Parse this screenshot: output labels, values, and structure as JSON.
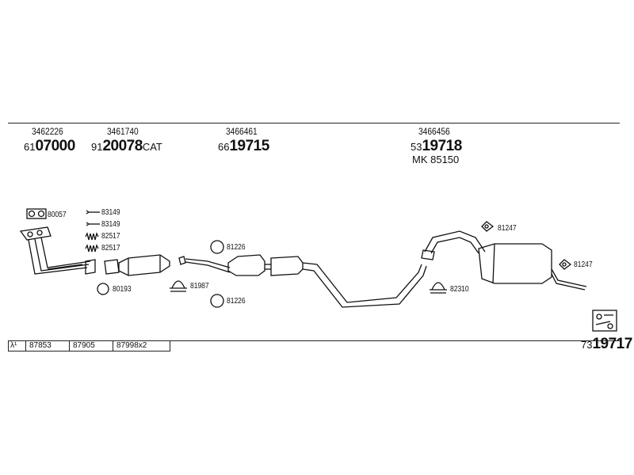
{
  "header_refs": [
    {
      "ref": "3462226",
      "prefix": "61",
      "number": "07000",
      "suffix": ""
    },
    {
      "ref": "3461740",
      "prefix": "91",
      "number": "20078",
      "suffix": "CAT"
    },
    {
      "ref": "3466461",
      "prefix": "66",
      "number": "19715",
      "suffix": ""
    },
    {
      "ref": "3466456",
      "prefix": "53",
      "number": "19718",
      "suffix": "",
      "extra": "MK 85150"
    }
  ],
  "part_labels": {
    "p80057": "80057",
    "p83149a": "83149",
    "p83149b": "83149",
    "p82517a": "82517",
    "p82517b": "82517",
    "p80193": "80193",
    "p81226a": "81226",
    "p81987": "81987",
    "p81226b": "81226",
    "p82310": "82310",
    "p81247a": "81247",
    "p81247b": "81247"
  },
  "bottom_table": {
    "lambda": "λ¹",
    "cells": [
      "87853",
      "87905",
      "87998x2"
    ]
  },
  "kit": {
    "prefix": "73",
    "number": "19717"
  }
}
